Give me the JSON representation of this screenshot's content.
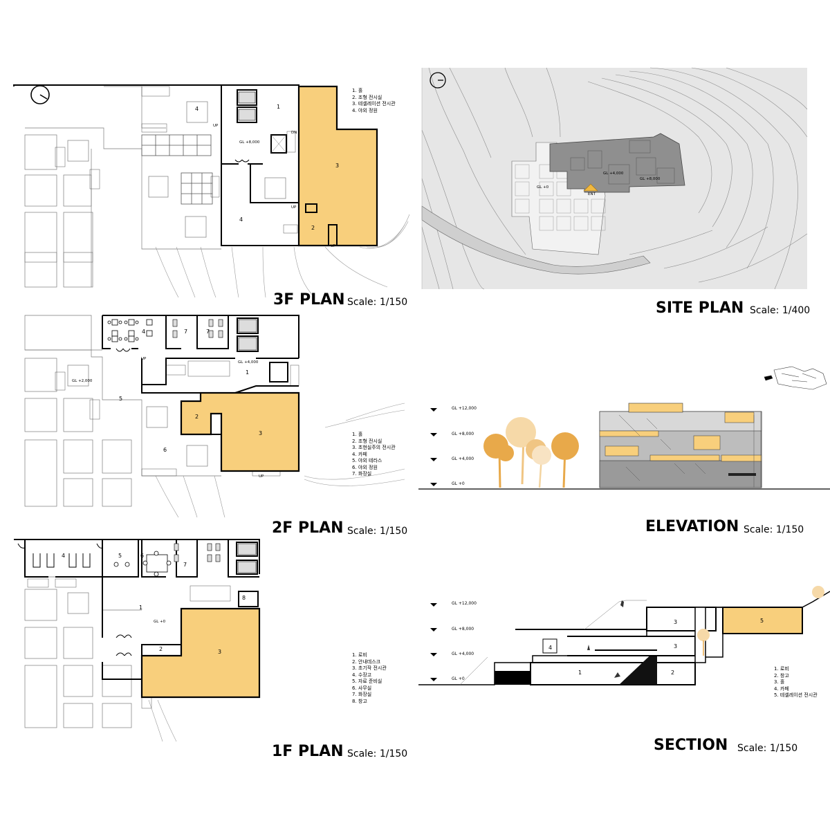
{
  "colors": {
    "accent": "#f8cf7c",
    "tree": "#e8a94a",
    "site_bg": "#e6e6e6",
    "building_dark": "#8f8f8f",
    "line": "#000000"
  },
  "plans": {
    "third": {
      "title": "3F PLAN",
      "scale": "Scale: 1/150",
      "legend": [
        "1. 홀",
        "2. 조형 전시실",
        "3. 테셀레이션 전시관",
        "4. 야외 정원"
      ],
      "level": "GL +8,000",
      "rooms": [
        "1",
        "2",
        "3",
        "4",
        "4"
      ],
      "marks": [
        "UP",
        "UP",
        "UP",
        "DN"
      ]
    },
    "second": {
      "title": "2F PLAN",
      "scale": "Scale: 1/150",
      "legend": [
        "1. 홀",
        "2. 조형 전시실",
        "3. 초현실주의 전시관",
        "4. 카페",
        "5. 야외 테라스",
        "6. 야외 정원",
        "7. 화장실"
      ],
      "level_a": "GL +4,000",
      "level_b": "GL +2,000",
      "rooms": [
        "1",
        "2",
        "3",
        "4",
        "5",
        "6",
        "7",
        "7"
      ],
      "marks": [
        "UP",
        "UP"
      ]
    },
    "first": {
      "title": "1F PLAN",
      "scale": "Scale: 1/150",
      "legend": [
        "1. 로비",
        "2. 안내데스크",
        "3. 초기작  전시관",
        "4. 수장고",
        "5. 자료 준비실",
        "6. 사무실",
        "7. 화장실",
        "8. 창고"
      ],
      "level": "GL +0",
      "rooms": [
        "1",
        "2",
        "3",
        "4",
        "5",
        "6",
        "7",
        "8"
      ]
    }
  },
  "site": {
    "title": "SITE PLAN",
    "scale": "Scale: 1/400",
    "labels": [
      "GL +0",
      "GL +4,000",
      "GL +8,000",
      "ENT"
    ]
  },
  "elevation": {
    "title": "ELEVATION",
    "scale": "Scale: 1/150",
    "levels": [
      "GL +12,000",
      "GL +8,000",
      "GL +4,000",
      "GL +0"
    ]
  },
  "section": {
    "title": "SECTION",
    "scale": "Scale: 1/150",
    "levels": [
      "GL +12,000",
      "GL +8,000",
      "GL +4,000",
      "GL +0"
    ],
    "legend": [
      "1. 로비",
      "2. 창고",
      "3. 홀",
      "4. 카페",
      "5. 테셀레이션 전시관"
    ],
    "rooms": [
      "1",
      "2",
      "3",
      "3",
      "4",
      "5"
    ]
  }
}
